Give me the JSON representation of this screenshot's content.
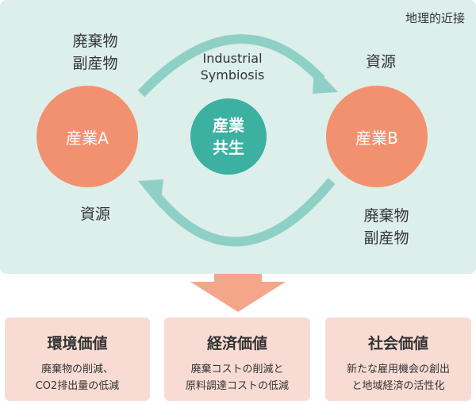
{
  "region_label": "地理的近接",
  "center": "産業\n共生",
  "center_line1": "産業",
  "center_line2": "共生",
  "flow_label": "Industrial\nSymbiosis",
  "industry_a": "産業A",
  "industry_b": "産業B",
  "left_top_label": "廃棄物\n副産物",
  "left_bottom_label": "資源",
  "right_top_label": "資源",
  "right_bottom_label": "廃棄物\n副産物",
  "values": [
    {
      "title": "環境価値",
      "desc": "廃棄物の削減、\nCO2排出量の低減"
    },
    {
      "title": "経済価値",
      "desc": "廃棄コストの削減と\n原料調達コストの低減"
    },
    {
      "title": "社会価値",
      "desc": "新たな雇用機会の創出\nと地域経済の活性化"
    }
  ],
  "colors": {
    "panel": "#dcefeb",
    "industry": "#f2916f",
    "center": "#3cb0a1",
    "arrow": "#8fd0c6",
    "down_arrow": "#f4a68a",
    "value_box": "#f8dcd4"
  }
}
